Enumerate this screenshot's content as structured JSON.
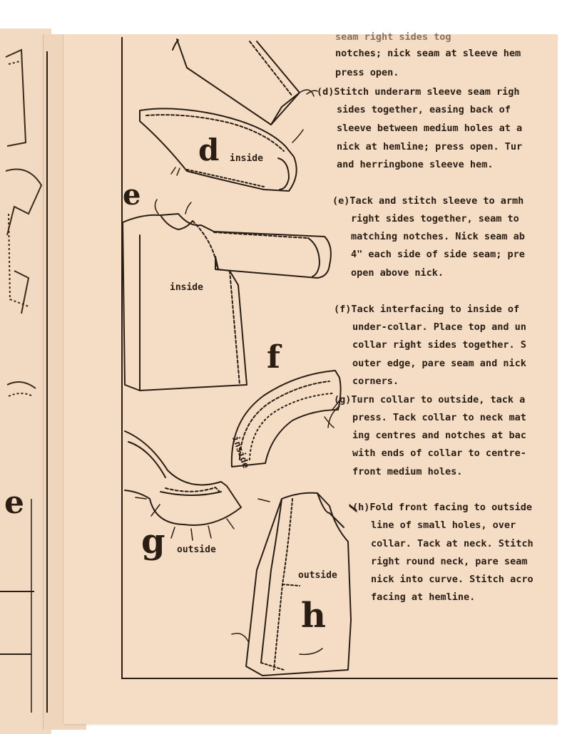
{
  "side_page": {
    "step_letter": "e"
  },
  "steps": {
    "c_tail": [
      "seam right sides tog",
      "notches; nick seam at sleeve hem",
      "press open."
    ],
    "d": [
      "(d)Stitch underarm sleeve seam righ",
      "sides together, easing back of",
      "sleeve between medium holes at a",
      "nick at hemline; press open. Tur",
      "and herringbone sleeve hem."
    ],
    "e": [
      "(e)Tack and stitch sleeve to armh",
      "right sides together, seam to",
      "matching notches. Nick seam ab",
      "4\" each side of side seam; pre",
      "open above nick."
    ],
    "f": [
      "(f)Tack interfacing to inside of",
      "under-collar. Place top and un",
      "collar right sides together. S",
      "outer edge, pare seam and nick",
      "corners."
    ],
    "g": [
      "(g)Turn collar to outside, tack a",
      "press. Tack collar to neck mat",
      "ing centres and notches at bac",
      "with ends of collar to centre-",
      "front medium holes."
    ],
    "h": [
      "(h)Fold front facing to outside",
      "line of small holes, over",
      "collar. Tack at neck. Stitch",
      "right round neck, pare seam",
      "nick into curve. Stitch acro",
      "facing at hemline."
    ]
  },
  "figures": {
    "d": {
      "letter": "d",
      "label": "inside"
    },
    "e": {
      "letter": "e",
      "label": "inside"
    },
    "f": {
      "letter": "f",
      "label": "inside"
    },
    "g": {
      "letter": "g",
      "label": "outside"
    },
    "h": {
      "letter": "h",
      "label": "outside"
    }
  }
}
